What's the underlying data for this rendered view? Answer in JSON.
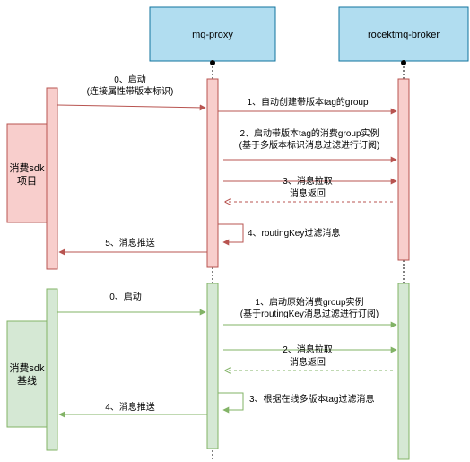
{
  "participants": {
    "proxy": {
      "label": "mq-proxy"
    },
    "broker": {
      "label": "rocektmq-broker"
    }
  },
  "sections": {
    "top": {
      "client_label": [
        "消费sdk",
        "项目"
      ],
      "messages": {
        "m0": [
          "0、启动",
          "(连接属性带版本标识)"
        ],
        "m1": [
          "1、自动创建带版本tag的group"
        ],
        "m2": [
          "2、启动带版本tag的消费group实例",
          "(基于多版本标识消息过滤进行订阅)"
        ],
        "m3a": [
          "3、消息拉取"
        ],
        "m3b": [
          "消息返回"
        ],
        "m4": [
          "4、routingKey过滤消息"
        ],
        "m5": [
          "5、消息推送"
        ]
      }
    },
    "bottom": {
      "client_label": [
        "消费sdk",
        "基线"
      ],
      "messages": {
        "m0": [
          "0、启动"
        ],
        "m1": [
          "1、启动原始消费group实例",
          "(基于routingKey消息过滤进行订阅)"
        ],
        "m2a": [
          "2、消息拉取"
        ],
        "m2b": [
          "消息返回"
        ],
        "m3": [
          "3、根据在线多版本tag过滤消息"
        ],
        "m4": [
          "4、消息推送"
        ]
      }
    }
  },
  "colors": {
    "header_fill": "#b1ddf0",
    "header_stroke": "#10739e",
    "red_fill": "#f8cecc",
    "red_stroke": "#b85450",
    "green_fill": "#d5e8d4",
    "green_stroke": "#82b366",
    "lifeline": "#000000"
  }
}
